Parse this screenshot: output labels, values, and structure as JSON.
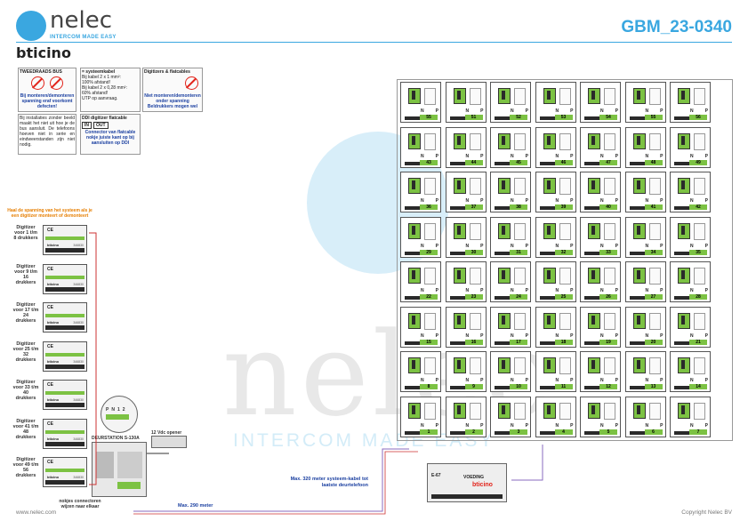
{
  "header": {
    "brand_name": "nelec",
    "brand_tagline": "INTERCOM MADE EASY",
    "partner_logo": "bticino",
    "document_id": "GBM_23-0340"
  },
  "watermark": {
    "word": "nelec",
    "tagline": "INTERCOM MADE EASY"
  },
  "info_boxes": {
    "bus": {
      "title": "TWEEDRAADS BUS",
      "warning": "Bij monteren/demonteren spanning eraf voorkomt defecten!"
    },
    "cable": {
      "legend": "= systeemkabel",
      "lines": [
        "Bij kabel 2 x 1 mm²:",
        "100% afstand!",
        "Bij kabel 2 x 0,28 mm²:",
        "60% afstand!",
        "UTP op aanvraag."
      ]
    },
    "flatcable": {
      "title": "Digitizers & flatcables",
      "warning": "Niet monteren/demonteren onder spanning Beldrukkers mogen wel"
    },
    "install": {
      "text": "Bij installaties zonder beeld maakt het niet uit hoe je de bus aansluit. De telefoons hoeven niet in serie en eindweerstanden zijn niet nodig."
    },
    "ddi": {
      "title": "DDI digitizer flatcable",
      "in_label": "IN",
      "out_label": "OUT",
      "warning": "Connector van flatcable nokje juiste kant op bij aansluiten op DDI"
    }
  },
  "digitizers": {
    "note": "Haal de spanning van het systeem als je een digitizer monteert of demonteert",
    "brand": "bticino",
    "part": "346830",
    "ce": "CE",
    "items": [
      {
        "label": "Digitizer voor 1 t/m 8 drukkers"
      },
      {
        "label": "Digitizer voor 9 t/m 16 drukkers"
      },
      {
        "label": "Digitizer voor 17 t/m 24 drukkers"
      },
      {
        "label": "Digitizer voor 25 t/m 32 drukkers"
      },
      {
        "label": "Digitizer voor 33 t/m 40 drukkers"
      },
      {
        "label": "Digitizer voor 41 t/m 48 drukkers"
      },
      {
        "label": "Digitizer voor 49 t/m 56 drukkers"
      }
    ]
  },
  "door_station": {
    "label": "DEURSTATION S-130A",
    "opener_label": "12 Vdc opener",
    "connector_note": "nokjes connectoren wijzen naar elkaar",
    "zoom_labels": [
      "P",
      "N",
      "1",
      "2"
    ]
  },
  "power_supply": {
    "label": "E-67",
    "title": "VOEDING",
    "brand": "bticino"
  },
  "distances": {
    "door_to_psu": "Max. 290 meter",
    "system_cable": "Max. 320 meter systeem-kabel tot laatste deurtelefoon"
  },
  "grid": {
    "np_labels": [
      "N",
      "P"
    ],
    "rows": [
      [
        "55",
        "51",
        "52",
        "53",
        "54",
        "55",
        "56"
      ],
      [
        "43",
        "44",
        "45",
        "46",
        "47",
        "48",
        "49"
      ],
      [
        "36",
        "37",
        "38",
        "39",
        "40",
        "41",
        "42"
      ],
      [
        "29",
        "30",
        "31",
        "32",
        "33",
        "34",
        "35"
      ],
      [
        "22",
        "23",
        "24",
        "25",
        "26",
        "27",
        "28"
      ],
      [
        "15",
        "16",
        "17",
        "18",
        "19",
        "20",
        "21"
      ],
      [
        "8",
        "9",
        "10",
        "11",
        "12",
        "13",
        "14"
      ],
      [
        "1",
        "2",
        "3",
        "4",
        "5",
        "6",
        "7"
      ]
    ]
  },
  "footer": {
    "left": "www.nelec.com",
    "right": "Copyright Nelec BV"
  }
}
